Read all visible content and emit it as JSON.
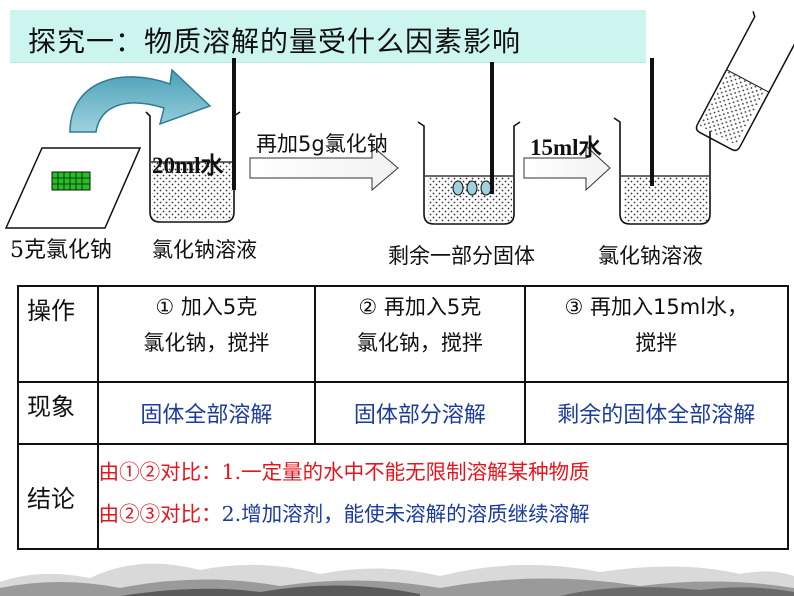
{
  "title": "探究一：物质溶解的量受什么因素影响",
  "diagram": {
    "water_amount_1": "20ml水",
    "step_add_salt": "再加5g氯化钠",
    "step_add_water": "15ml水",
    "label_salt": "5克氯化钠",
    "label_solution_1": "氯化钠溶液",
    "label_remaining": "剩余一部分固体",
    "label_solution_2": "氯化钠溶液"
  },
  "table": {
    "row_headers": [
      "操作",
      "现象",
      "结论"
    ],
    "operations": [
      [
        "① 加入5克",
        "氯化钠，搅拌"
      ],
      [
        "② 再加入5克",
        "氯化钠，搅拌"
      ],
      [
        "③ 再加入15ml水，",
        "搅拌"
      ]
    ],
    "phenomena": [
      "固体全部溶解",
      "固体部分溶解",
      "剩余的固体全部溶解"
    ],
    "conclusions": [
      {
        "prefix": "由①②对比：",
        "text": "1.一定量的水中不能无限制溶解某种物质"
      },
      {
        "prefix": "由②③对比：",
        "text": "2.增加溶剂，能使未溶解的溶质继续溶解"
      }
    ]
  },
  "colors": {
    "title_bg": "#cdf5f0",
    "phenomena_text": "#1a3ba0",
    "conclusion_red": "#e8141c",
    "conclusion_blue": "#1a3ba0",
    "salt_grid": "#22c222"
  }
}
